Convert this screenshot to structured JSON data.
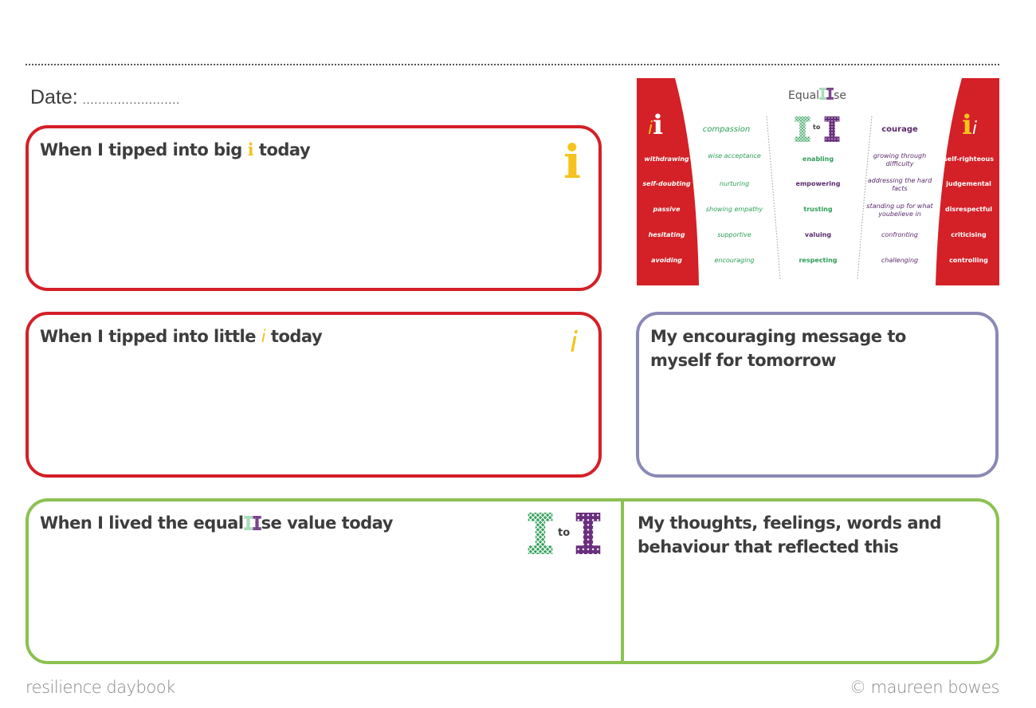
{
  "date": {
    "label": "Date:",
    "leader": "........................."
  },
  "boxes": {
    "big_i": {
      "title_before": "When I tipped into big ",
      "title_glyph": "i",
      "title_after": " today"
    },
    "little_i": {
      "title_before": "When I tipped into little ",
      "title_glyph": "i",
      "title_after": " today"
    },
    "message": {
      "title": "My encouraging message to myself for tomorrow"
    },
    "equalise": {
      "title_before": "When I lived the equal",
      "title_after": "se value today",
      "icon_to": "to"
    },
    "thoughts": {
      "title": "My thoughts, feelings, words and behaviour that reflected this"
    }
  },
  "chart": {
    "title_before": "Equal",
    "title_after": "se",
    "to": "to",
    "compassion_heading": "compassion",
    "courage_heading": "courage",
    "little_i_traits": [
      "withdrawing",
      "self-doubting",
      "passive",
      "hesitating",
      "avoiding"
    ],
    "compassion": [
      "wise acceptance",
      "nurturing",
      "showing empathy",
      "supportive",
      "encouraging"
    ],
    "i_to_i": [
      "enabling",
      "empowering",
      "trusting",
      "valuing",
      "respecting"
    ],
    "courage": [
      "growing through difficulty",
      "addressing the hard facts",
      "standing up for what youbelieve in",
      "confronting",
      "challenging"
    ],
    "big_i_traits": [
      "self-righteous",
      "judgemental",
      "disrespectful",
      "criticising",
      "controlling"
    ]
  },
  "footer": {
    "left": "resilience daybook",
    "right": "© maureen bowes"
  },
  "colors": {
    "red": "#d42027",
    "yellow": "#f6c21c",
    "green": "#2e9e57",
    "purple": "#5b2a6e"
  }
}
